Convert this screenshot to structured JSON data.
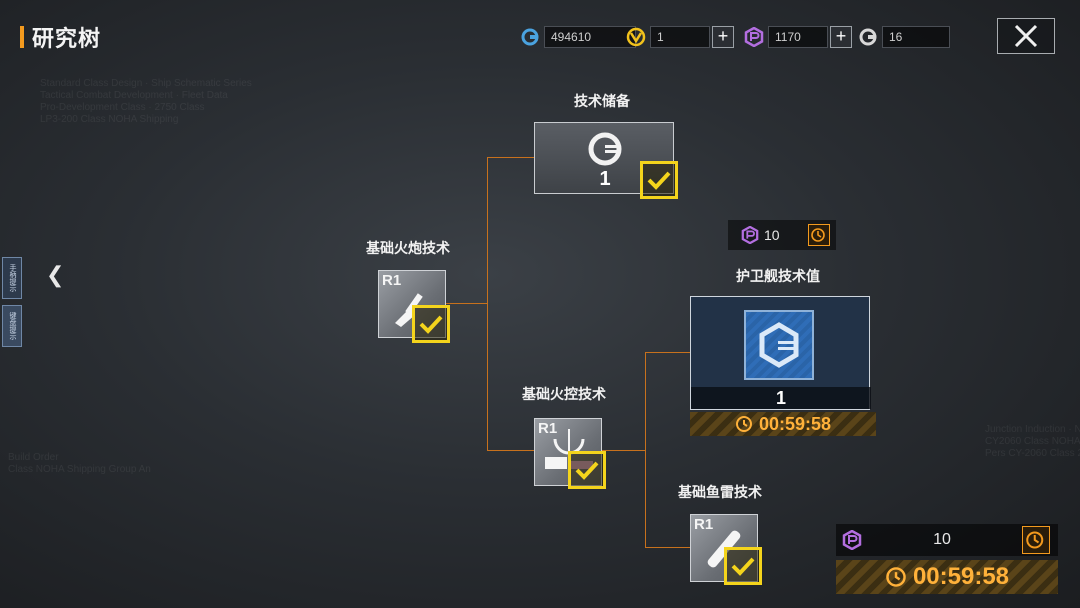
{
  "header": {
    "title": "研究树"
  },
  "currencies": [
    {
      "name": "gear-coin",
      "value": "494610",
      "color": "#4aa3e0",
      "has_plus": false
    },
    {
      "name": "gold-token",
      "value": "1",
      "color": "#f2c21c",
      "has_plus": true
    },
    {
      "name": "purple-chip",
      "value": "1170",
      "color": "#b36ee0",
      "has_plus": true
    },
    {
      "name": "white-coin",
      "value": "16",
      "color": "#d8d8d8",
      "has_plus": false
    }
  ],
  "side_tabs": [
    "手柄提示",
    "键盘提示"
  ],
  "nodes": {
    "tech_reserve": {
      "label": "技术储备",
      "count": "1"
    },
    "basic_cannon": {
      "label": "基础火炮技术",
      "tier": "R1"
    },
    "basic_fire_control": {
      "label": "基础火控技术",
      "tier": "R1"
    },
    "basic_torpedo": {
      "label": "基础鱼雷技术",
      "tier": "R1"
    },
    "escort_value": {
      "label": "护卫舰技术值",
      "count": "1",
      "timer": "00:59:58",
      "cost": "10"
    }
  },
  "queue": {
    "cost": "10",
    "timer": "00:59:58"
  },
  "colors": {
    "accent": "#f39a1e",
    "check": "#f4d41c",
    "connector": "#c7711d"
  }
}
